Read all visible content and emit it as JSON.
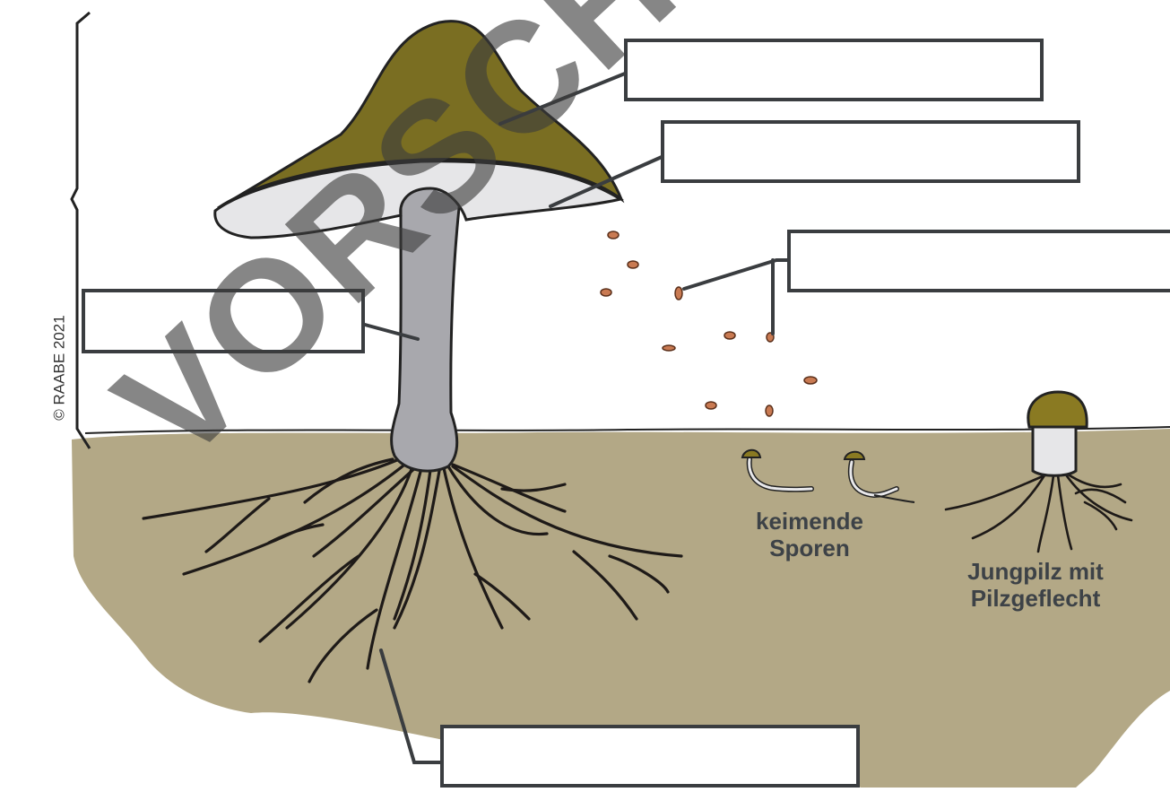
{
  "copyright": "© RAABE 2021",
  "annotations": {
    "germinating_spores": "keimende\nSporen",
    "young_mushroom": "Jungpilz mit\nPilzgeflecht"
  },
  "label_boxes": {
    "cap": "",
    "gills": "",
    "spores": "",
    "stem": "",
    "mycelium": ""
  },
  "watermark": "VORSCHAU",
  "colors": {
    "cap": "#7a6e22",
    "gills": "#e6e6e8",
    "stem": "#a8a8ad",
    "soil": "#b3a886",
    "spores": "#c97a52",
    "roots": "#1e1a18",
    "box_border": "#3a3d40",
    "annotation_text": "#3d4247"
  }
}
